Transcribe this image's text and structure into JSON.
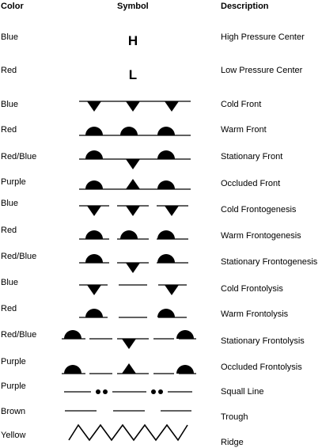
{
  "headers": {
    "color": "Color",
    "symbol": "Symbol",
    "description": "Description"
  },
  "rows": [
    {
      "color": "Blue",
      "letter": "H",
      "description": "High Pressure Center"
    },
    {
      "color": "Red",
      "letter": "L",
      "description": "Low Pressure Center"
    },
    {
      "color": "Blue",
      "description": "Cold Front"
    },
    {
      "color": "Red",
      "description": "Warm Front"
    },
    {
      "color": "Red/Blue",
      "description": "Stationary Front"
    },
    {
      "color": "Purple",
      "description": "Occluded Front"
    },
    {
      "color": "Blue",
      "description": "Cold Frontogenesis"
    },
    {
      "color": "Red",
      "description": "Warm Frontogenesis"
    },
    {
      "color": "Red/Blue",
      "description": "Stationary Frontogenesis"
    },
    {
      "color": "Blue",
      "description": "Cold Frontolysis"
    },
    {
      "color": "Red",
      "description": "Warm Frontolysis"
    },
    {
      "color": "Red/Blue",
      "description": "Stationary Frontolysis"
    },
    {
      "color": "Purple",
      "description": "Occluded Frontolysis"
    },
    {
      "color": "Purple",
      "description": "Squall Line"
    },
    {
      "color": "Brown",
      "description": "Trough"
    },
    {
      "color": "Yellow",
      "description": "Ridge"
    }
  ]
}
